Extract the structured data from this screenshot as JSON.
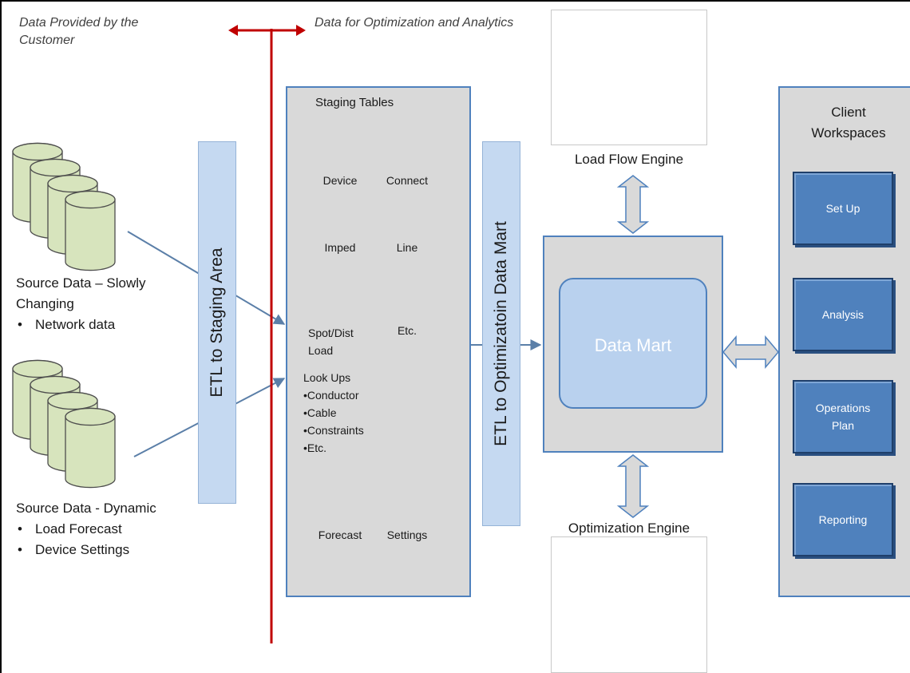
{
  "notes": {
    "left": "Data Provided by the Customer",
    "right": "Data for Optimization and Analytics"
  },
  "sources": {
    "slow": {
      "title": "Source Data – Slowly Changing",
      "bullets": [
        "Network data"
      ]
    },
    "dynamic": {
      "title": "Source Data - Dynamic",
      "bullets": [
        "Load Forecast",
        "Device Settings"
      ]
    }
  },
  "etl_staging": "ETL to Staging Area",
  "staging": {
    "title": "Staging Tables",
    "tables": [
      "Device",
      "Connect",
      "Imped",
      "Line",
      "Spot/Dist Load",
      "Etc.",
      "Forecast",
      "Settings"
    ],
    "lookups": [
      "Look Ups",
      "•Conductor",
      "•Cable",
      "•Constraints",
      "•Etc."
    ]
  },
  "etl_mart": "ETL to Optimizatoin Data Mart",
  "data_mart": "Data Mart",
  "engines": {
    "load_flow": "Load Flow Engine",
    "optimization": "Optimization Engine"
  },
  "client": {
    "title": "Client Workspaces",
    "buttons": [
      "Set Up",
      "Analysis",
      "Operations Plan",
      "Reporting"
    ]
  },
  "colors": {
    "cylinder_fill": "#d7e4bd",
    "cylinder_stroke": "#4d4d4d",
    "box_border": "#4f81bd",
    "divider": "#c00000",
    "gear": "#3d78b5"
  }
}
